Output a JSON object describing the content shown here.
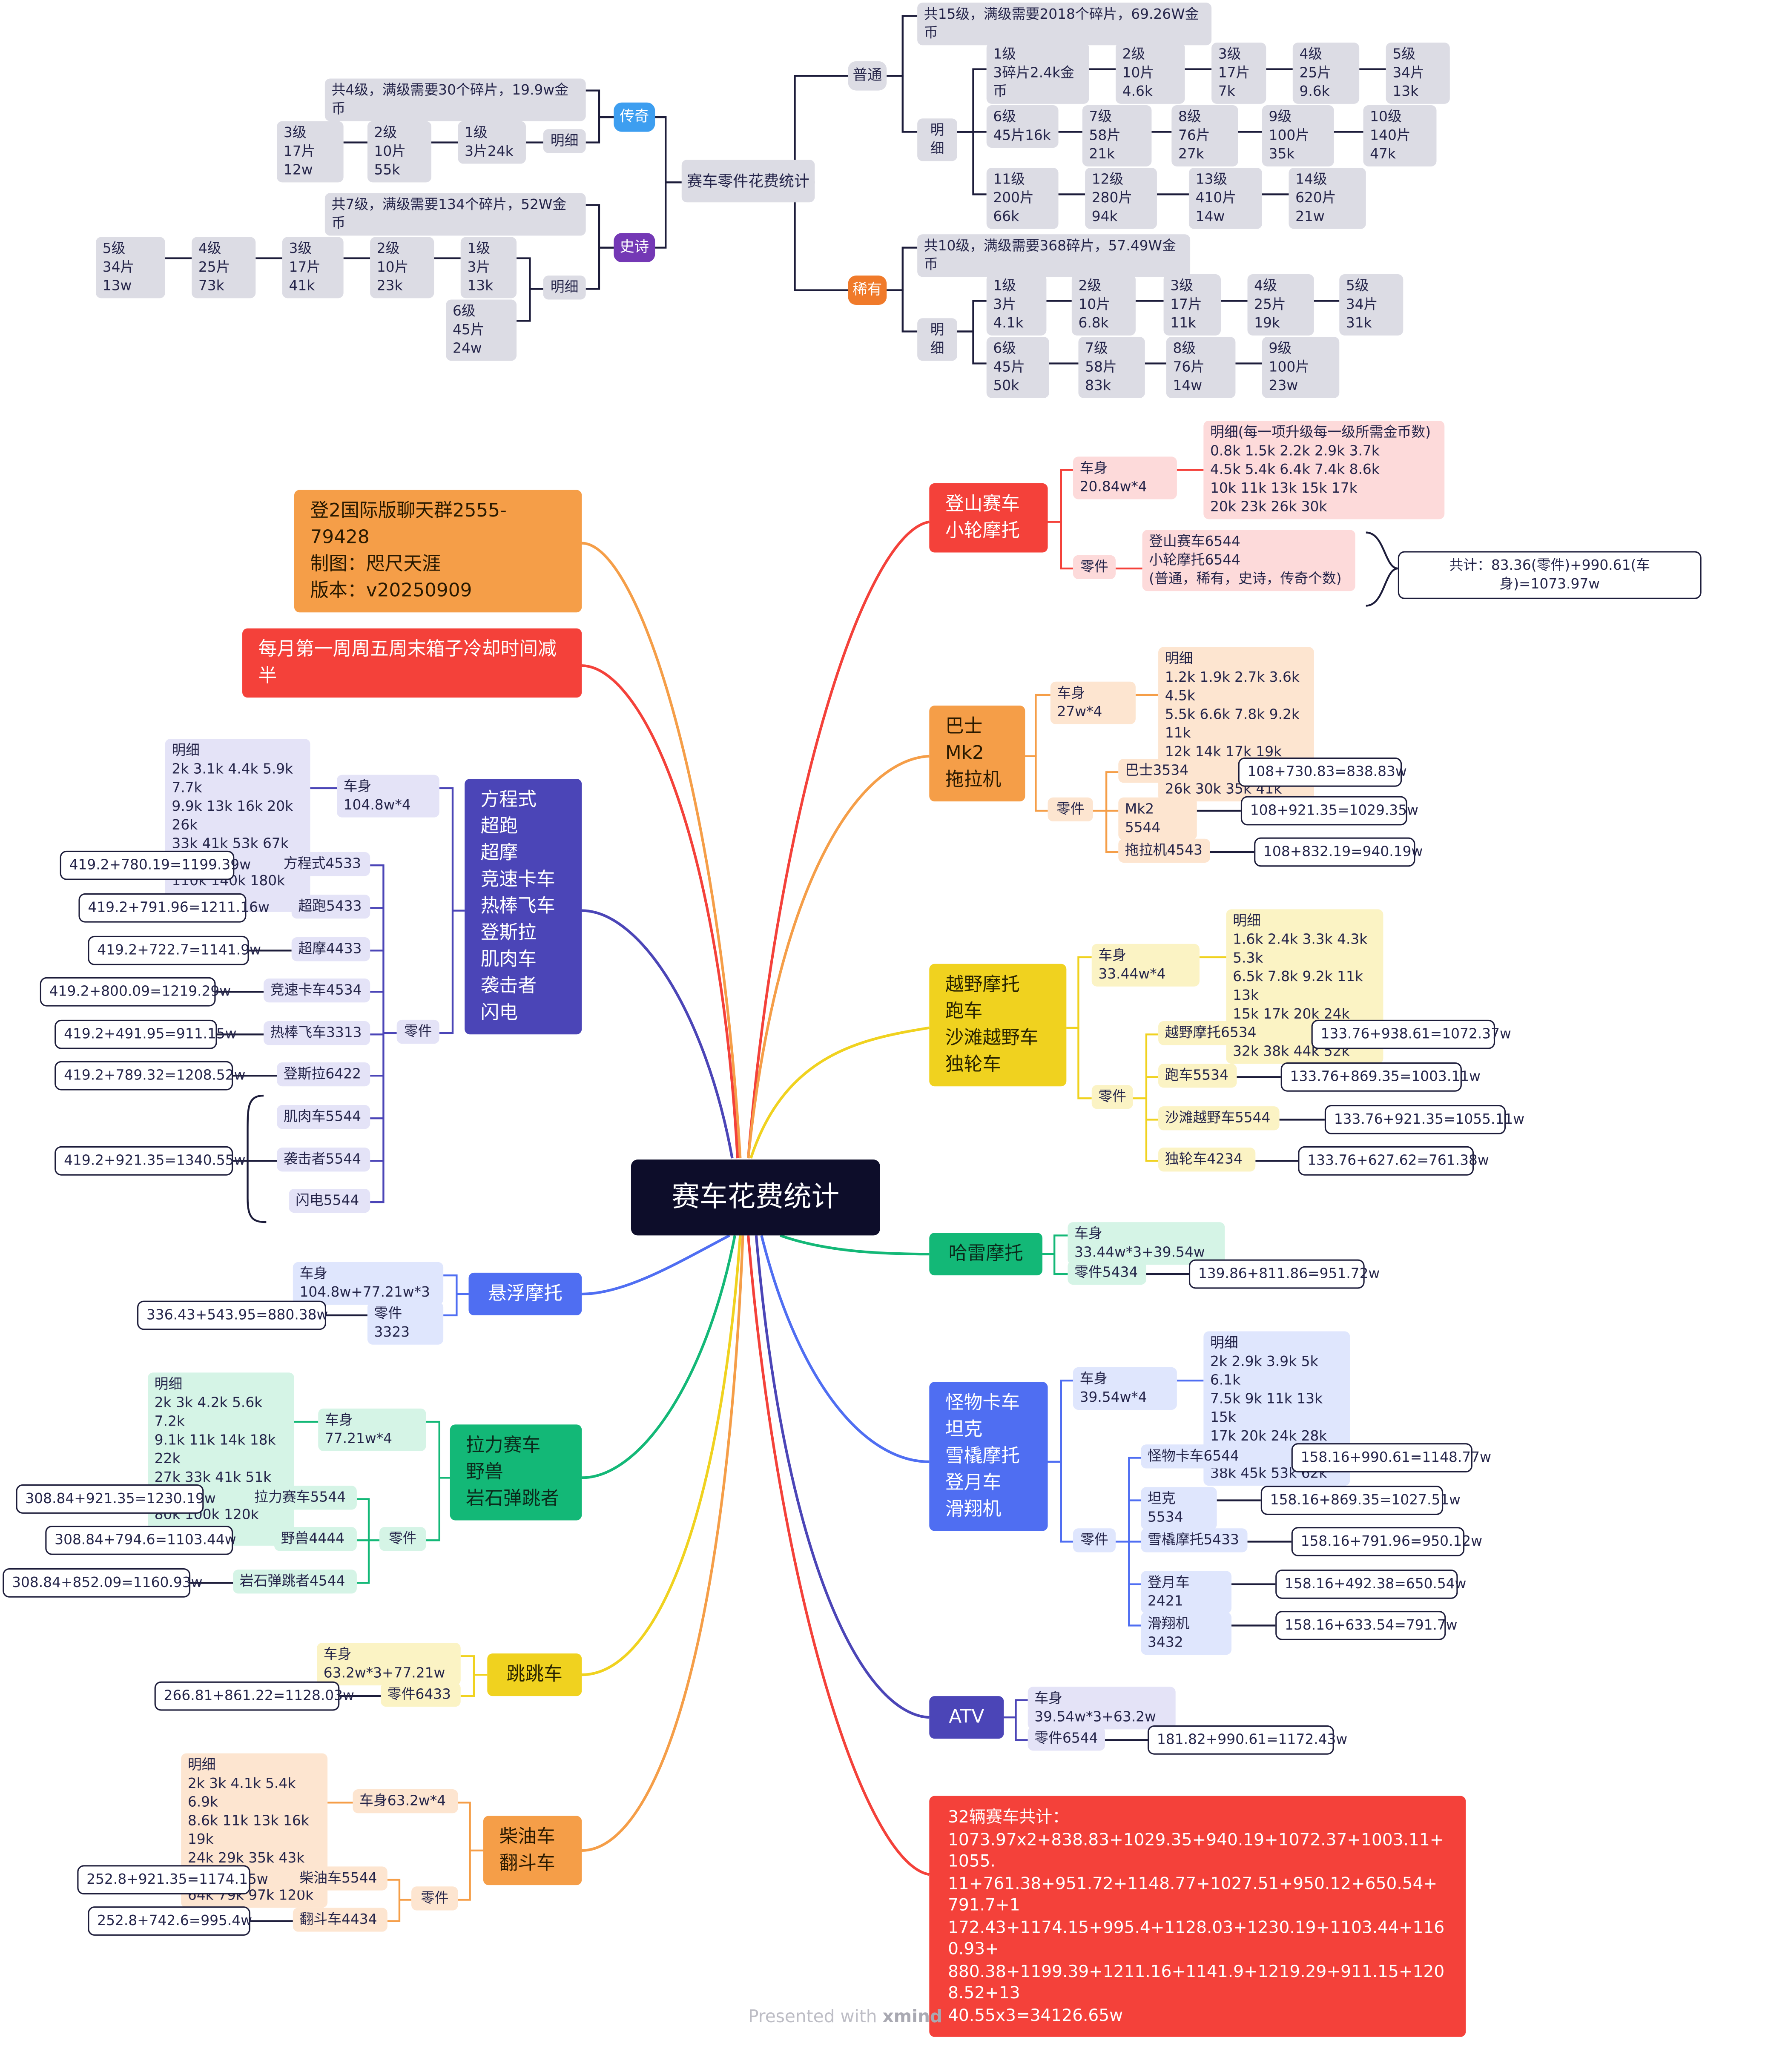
{
  "top": {
    "root": "赛车零件花费统计",
    "legend": {
      "label": "传奇",
      "summary": "共4级，满级需要30个碎片，19.9w金币",
      "detail_label": "明细",
      "levels": [
        "1级\n3片24k",
        "2级\n10片55k",
        "3级\n17片12w"
      ]
    },
    "epic": {
      "label": "史诗",
      "summary": "共7级，满级需要134个碎片，52W金币",
      "detail_label": "明细",
      "levels": [
        "1级\n3片13k",
        "2级\n10片23k",
        "3级\n17片41k",
        "4级\n25片73k",
        "5级\n34片13w",
        "6级\n45片24w"
      ]
    },
    "normal": {
      "label": "普通",
      "summary": "共15级，满级需要2018个碎片，69.26W金币",
      "detail_label": "明细",
      "levels": [
        "1级\n3碎片2.4k金币",
        "2级\n10片4.6k",
        "3级\n17片7k",
        "4级\n25片9.6k",
        "5级\n34片13k",
        "6级\n45片16k",
        "7级\n58片21k",
        "8级\n76片27k",
        "9级\n100片35k",
        "10级\n140片47k",
        "11级\n200片66k",
        "12级\n280片94k",
        "13级\n410片14w",
        "14级\n620片21w"
      ]
    },
    "rare": {
      "label": "稀有",
      "summary": "共10级，满级需要368碎片，57.49W金币",
      "detail_label": "明细",
      "levels": [
        "1级\n3片4.1k",
        "2级\n10片6.8k",
        "3级\n17片11k",
        "4级\n25片19k",
        "5级\n34片31k",
        "6级\n45片50k",
        "7级\n58片83k",
        "8级\n76片14w",
        "9级\n100片23w"
      ]
    }
  },
  "center": "赛车花费统计",
  "left": {
    "info": "登2国际版聊天群2555-79428\n制图：咫尺天涯\n版本：v20250909",
    "notice": "每月第一周周五周末箱子冷却时间减半",
    "formula": {
      "name": "方程式\n超跑\n超摩\n竞速卡车\n热棒飞车\n登斯拉\n肌肉车\n袭击者\n闪电",
      "body": "车身104.8w*4",
      "detail": "明细\n2k 3.1k 4.4k 5.9k 7.7k\n9.9k 13k 16k 20k 26k\n33k 41k 53k 67k 86k\n110k 140k 180k 230k",
      "parts_label": "零件",
      "parts": [
        "方程式4533",
        "超跑5433",
        "超摩4433",
        "竞速卡车4534",
        "热棒飞车3313",
        "登斯拉6422",
        "肌肉车5544",
        "袭击者5544",
        "闪电5544"
      ],
      "results": [
        "419.2+780.19=1199.39w",
        "419.2+791.96=1211.16w",
        "419.2+722.7=1141.9w",
        "419.2+800.09=1219.29w",
        "419.2+491.95=911.15w",
        "419.2+789.32=1208.52w",
        "419.2+921.35=1340.55w"
      ]
    },
    "hover": {
      "name": "悬浮摩托",
      "body": "车身104.8w+77.21w*3",
      "parts": "零件3323",
      "result": "336.43+543.95=880.38w"
    },
    "rally": {
      "name": "拉力赛车\n野兽\n岩石弹跳者",
      "body": "车身77.21w*4",
      "detail": "明细\n2k 3k 4.2k 5.6k 7.2k\n9.1k 11k 14k 18k 22k\n27k 33k 41k 51k 64k\n80k 100k 120k 160k",
      "parts_label": "零件",
      "parts": [
        "拉力赛车5544",
        "野兽4444",
        "岩石弹跳者4544"
      ],
      "results": [
        "308.84+921.35=1230.19w",
        "308.84+794.6=1103.44w",
        "308.84+852.09=1160.93w"
      ]
    },
    "jump": {
      "name": "跳跳车",
      "body": "车身63.2w*3+77.21w",
      "parts": "零件6433",
      "result": "266.81+861.22=1128.03w"
    },
    "diesel": {
      "name": "柴油车\n翻斗车",
      "body": "车身63.2w*4",
      "detail": "明细\n2k 3k 4.1k 5.4k 6.9k\n8.6k 11k 13k 16k 19k\n24k 29k 35k 43k 52k\n64k 79k 97k 120k",
      "parts_label": "零件",
      "parts": [
        "柴油车5544",
        "翻斗车4434"
      ],
      "results": [
        "252.8+921.35=1174.15w",
        "252.8+742.6=995.4w"
      ]
    }
  },
  "right": {
    "mountain": {
      "name": "登山赛车\n小轮摩托",
      "body": "车身20.84w*4",
      "detail": "明细(每一项升级每一级所需金币数)\n0.8k 1.5k 2.2k 2.9k 3.7k\n4.5k 5.4k 6.4k 7.4k 8.6k\n10k 11k 13k 15k 17k\n20k 23k 26k 30k",
      "parts_label": "零件",
      "parts": "登山赛车6544\n小轮摩托6544\n(普通，稀有，史诗，传奇个数)",
      "result": "共计：83.36(零件)+990.61(车身)=1073.97w"
    },
    "bus": {
      "name": "巴士\nMk2\n拖拉机",
      "body": "车身27w*4",
      "detail": "明细\n1.2k 1.9k 2.7k 3.6k 4.5k\n5.5k 6.6k 7.8k 9.2k 11k\n12k 14k 17k 19k 22k\n26k 30k 35k 41k",
      "parts_label": "零件",
      "parts": [
        "巴士3534",
        "Mk2 5544",
        "拖拉机4543"
      ],
      "results": [
        "108+730.83=838.83w",
        "108+921.35=1029.35w",
        "108+832.19=940.19w"
      ]
    },
    "offroad": {
      "name": "越野摩托\n跑车\n沙滩越野车\n独轮车",
      "body": "车身33.44w*4",
      "detail": "明细\n1.6k 2.4k 3.3k 4.3k 5.3k\n6.5k 7.8k 9.2k 11k 13k\n15k 17k 20k 24k 28k\n32k 38k 44k 52k",
      "parts_label": "零件",
      "parts": [
        "越野摩托6534",
        "跑车5534",
        "沙滩越野车5544",
        "独轮车4234"
      ],
      "results": [
        "133.76+938.61=1072.37w",
        "133.76+869.35=1003.11w",
        "133.76+921.35=1055.11w",
        "133.76+627.62=761.38w"
      ]
    },
    "harley": {
      "name": "哈雷摩托",
      "body": "车身33.44w*3+39.54w",
      "parts": "零件5434",
      "result": "139.86+811.86=951.72w"
    },
    "monster": {
      "name": "怪物卡车\n坦克\n雪橇摩托\n登月车\n滑翔机",
      "body": "车身39.54w*4",
      "detail": "明细\n2k 2.9k 3.9k 5k 6.1k\n7.5k 9k 11k 13k 15k\n17k 20k 24k 28k 33k\n38k 45k 53k 62k",
      "parts_label": "零件",
      "parts": [
        "怪物卡车6544",
        "坦克5534",
        "雪橇摩托5433",
        "登月车2421",
        "滑翔机3432"
      ],
      "results": [
        "158.16+990.61=1148.77w",
        "158.16+869.35=1027.51w",
        "158.16+791.96=950.12w",
        "158.16+492.38=650.54w",
        "158.16+633.54=791.7w"
      ]
    },
    "atv": {
      "name": "ATV",
      "body": "车身39.54w*3+63.2w",
      "parts": "零件6544",
      "result": "181.82+990.61=1172.43w"
    },
    "total": "32辆赛车共计：\n1073.97x2+838.83+1029.35+940.19+1072.37+1003.11+1055.\n11+761.38+951.72+1148.77+1027.51+950.12+650.54+791.7+1\n172.43+1174.15+995.4+1128.03+1230.19+1103.44+1160.93+\n880.38+1199.39+1211.16+1141.9+1219.29+911.15+1208.52+13\n40.55x3=34126.65w"
  },
  "footer": {
    "prefix": "Presented with ",
    "brand": "xmind"
  },
  "colors": {
    "center": "#0d0d2a",
    "red": "#f4413a",
    "orange": "#f59e48",
    "indigo": "#4b45b7",
    "blue": "#4f6ef2",
    "green": "#13b877",
    "yellow": "#f0d21f",
    "purple": "#7438b5",
    "sky": "#3d9ef0",
    "gray": "#dcdce4"
  }
}
